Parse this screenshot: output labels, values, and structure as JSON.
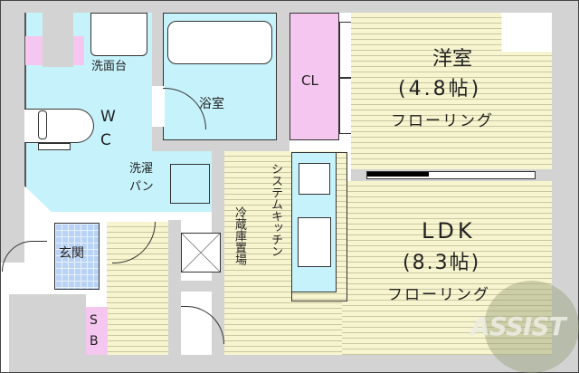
{
  "floorplan": {
    "rooms": {
      "western_room": {
        "name": "洋室",
        "size": "(4.8帖)",
        "flooring": "フローリング"
      },
      "ldk": {
        "name": "LDK",
        "size": "(8.3帖)",
        "flooring": "フローリング"
      },
      "closet": {
        "label": "CL"
      },
      "bath": {
        "label": "浴室"
      },
      "washbasin": {
        "label": "洗面台"
      },
      "toilet": {
        "label_w": "W",
        "label_c": "C"
      },
      "laundry": {
        "line1": "洗濯",
        "line2": "パン"
      },
      "entrance": {
        "label": "玄関"
      },
      "shoe_box": {
        "label_s": "S",
        "label_b": "B"
      },
      "kitchen": {
        "label": "システムキッチン"
      },
      "fridge": {
        "label": "冷蔵庫置場"
      }
    },
    "watermark": {
      "text": "ASSIST"
    },
    "colors": {
      "floor": "#f7f5cf",
      "wet_area": "#c6f3fb",
      "storage": "#f5c7f0",
      "wall": "#d3d3d3",
      "entrance_tile": "#b9d3f5"
    }
  }
}
